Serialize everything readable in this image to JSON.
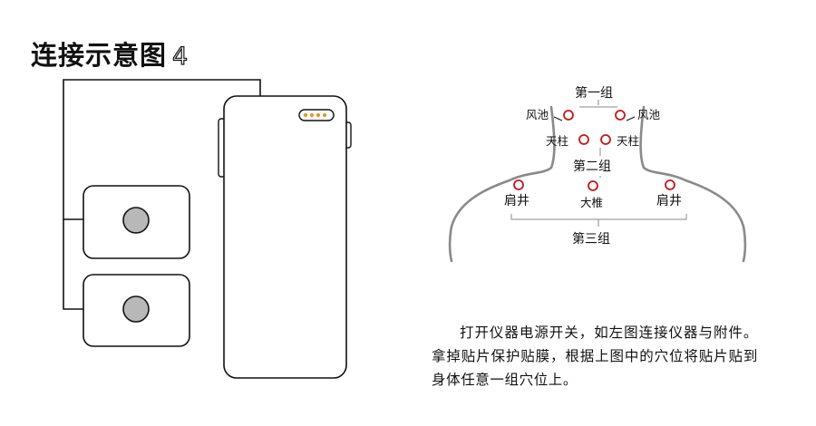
{
  "title": "连接示意图",
  "title_number": "4",
  "acupoints": {
    "group1": "第一组",
    "group2": "第二组",
    "group3": "第三组",
    "fengchi_left": "风池",
    "fengchi_right": "风池",
    "tianzhu_left": "天柱",
    "tianzhu_right": "天柱",
    "jianjing_left": "肩井",
    "jianjing_right": "肩井",
    "dazhui": "大椎"
  },
  "instructions": "打开仪器电源开关，如左图连接仪器与附件。拿掉贴片保护贴膜，根据上图中的穴位将贴片贴到身体任意一组穴位上。",
  "colors": {
    "acupoint": "#c4161c",
    "body_outline": "#8a8a8a",
    "pad_electrode": "#b8b8b8",
    "port_dots": "#e39a2b"
  }
}
